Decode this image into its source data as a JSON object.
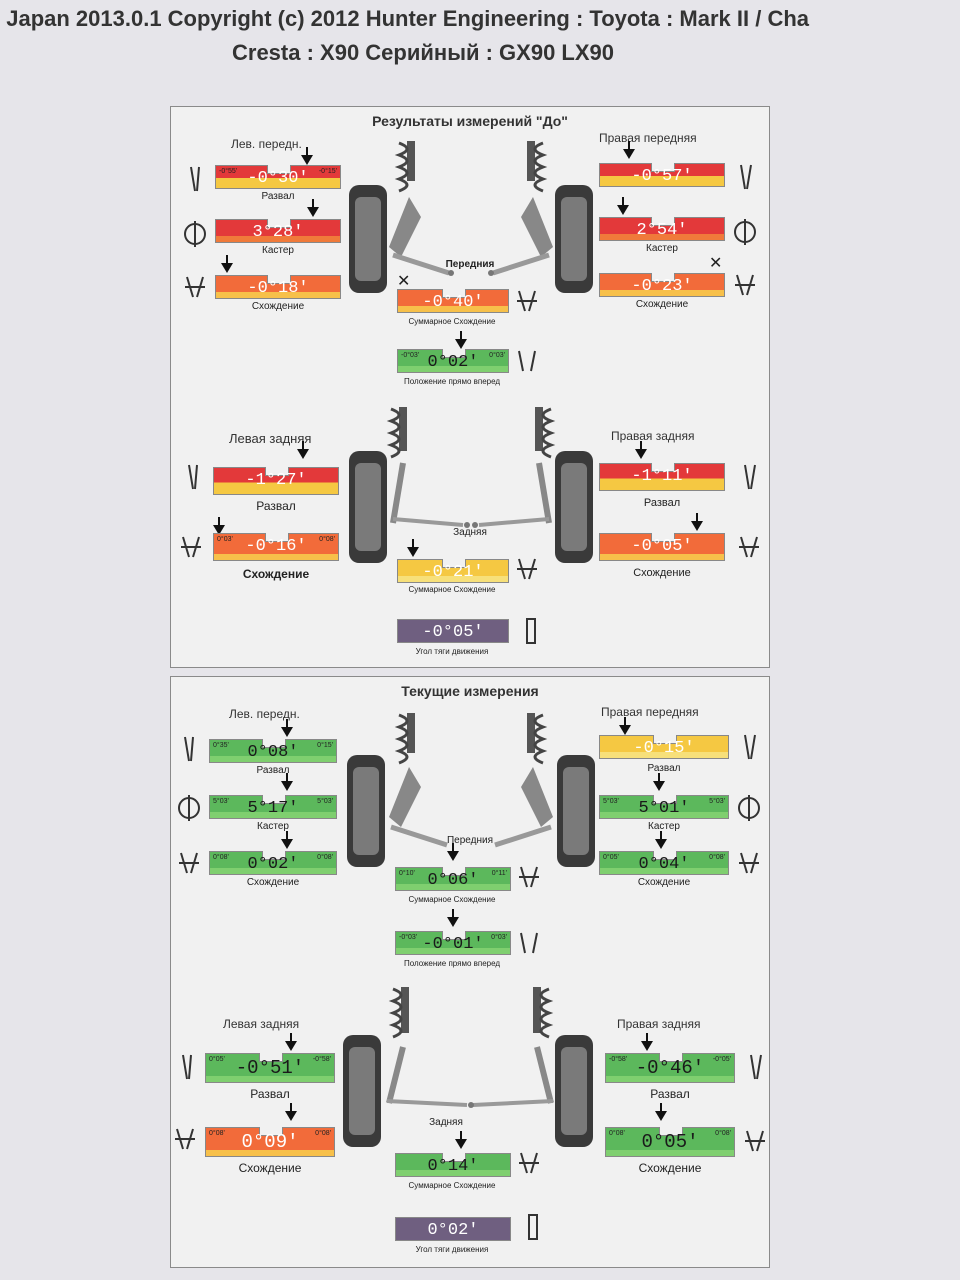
{
  "header": {
    "line1": "j Japan 2013.0.1 Copyright (c) 2012 Hunter Engineering : Toyota : Mark II / Cha",
    "line2": "Cresta : X90 Серийный :  GX90   LX90"
  },
  "before": {
    "title": "Результаты измерений \"До\"",
    "front_label": "Передния",
    "rear_label": "Задняя",
    "left_front": "Лев. передн.",
    "right_front": "Правая передняя",
    "left_rear": "Левая задняя",
    "right_rear": "Правая задняя",
    "lf_camber": {
      "value": "-0°30'",
      "label": "Развал",
      "min": "-0°55'",
      "max": "-0°15'"
    },
    "lf_caster": {
      "value": "3°28'",
      "label": "Кастер"
    },
    "lf_toe": {
      "value": "-0°18'",
      "label": "Схождение"
    },
    "rf_camber": {
      "value": "-0°57'",
      "label": ""
    },
    "rf_caster": {
      "value": "2°54'",
      "label": "Кастер"
    },
    "rf_toe": {
      "value": "-0°23'",
      "label": "Схождение"
    },
    "total_toe": {
      "value": "-0°40'",
      "label": "Суммарное Схождение"
    },
    "straight": {
      "value": "0°02'",
      "label": "Положение прямо вперед",
      "min": "-0°03'",
      "max": "0°03'"
    },
    "lr_camber": {
      "value": "-1°27'",
      "label": "Развал"
    },
    "lr_toe": {
      "value": "-0°16'",
      "label": "Схождение",
      "min": "0°03'",
      "max": "0°08'"
    },
    "rr_camber": {
      "value": "-1°11'",
      "label": "Развал"
    },
    "rr_toe": {
      "value": "-0°05'",
      "label": "Схождение"
    },
    "rear_total_toe": {
      "value": "-0°21'",
      "label": "Суммарное Схождение"
    },
    "thrust": {
      "value": "-0°05'",
      "label": "Угол тяги движения"
    }
  },
  "current": {
    "title": "Текущие измерения",
    "front_label": "Передния",
    "rear_label": "Задняя",
    "left_front": "Лев. передн.",
    "right_front": "Правая передняя",
    "left_rear": "Левая задняя",
    "right_rear": "Правая задняя",
    "lf_camber": {
      "value": "0°08'",
      "label": "Развал",
      "min": "0°35'",
      "max": "0°15'"
    },
    "lf_caster": {
      "value": "5°17'",
      "label": "Кастер",
      "min": "5°03'",
      "max": "5°03'"
    },
    "lf_toe": {
      "value": "0°02'",
      "label": "Схождение",
      "min": "0°08'",
      "max": "0°08'"
    },
    "rf_camber": {
      "value": "-0°15'",
      "label": "Развал"
    },
    "rf_caster": {
      "value": "5°01'",
      "label": "Кастер",
      "min": "5°03'",
      "max": "5°03'"
    },
    "rf_toe": {
      "value": "0°04'",
      "label": "Схождение",
      "min": "0°05'",
      "max": "0°08'"
    },
    "total_toe": {
      "value": "0°06'",
      "label": "Суммарное Схождение",
      "min": "0°10'",
      "max": "0°11'"
    },
    "straight": {
      "value": "-0°01'",
      "label": "Положение прямо вперед",
      "min": "-0°03'",
      "max": "0°03'"
    },
    "lr_camber": {
      "value": "-0°51'",
      "label": "Развал",
      "min": "0°05'",
      "max": "-0°58'"
    },
    "lr_toe": {
      "value": "0°09'",
      "label": "Схождение",
      "min": "0°08'",
      "max": "0°08'"
    },
    "rr_camber": {
      "value": "-0°46'",
      "label": "Развал",
      "min": "-0°58'",
      "max": "-0°05'"
    },
    "rr_toe": {
      "value": "0°05'",
      "label": "Схождение",
      "min": "0°08'",
      "max": "0°08'"
    },
    "rear_total_toe": {
      "value": "0°14'",
      "label": "Суммарное Схождение"
    },
    "thrust": {
      "value": "0°02'",
      "label": "Угол тяги движения"
    }
  },
  "colors": {
    "green": "#5cb85c",
    "red": "#e3393a",
    "orange": "#f26b3a",
    "yellow": "#f5c842",
    "purple": "#6f5f80"
  }
}
